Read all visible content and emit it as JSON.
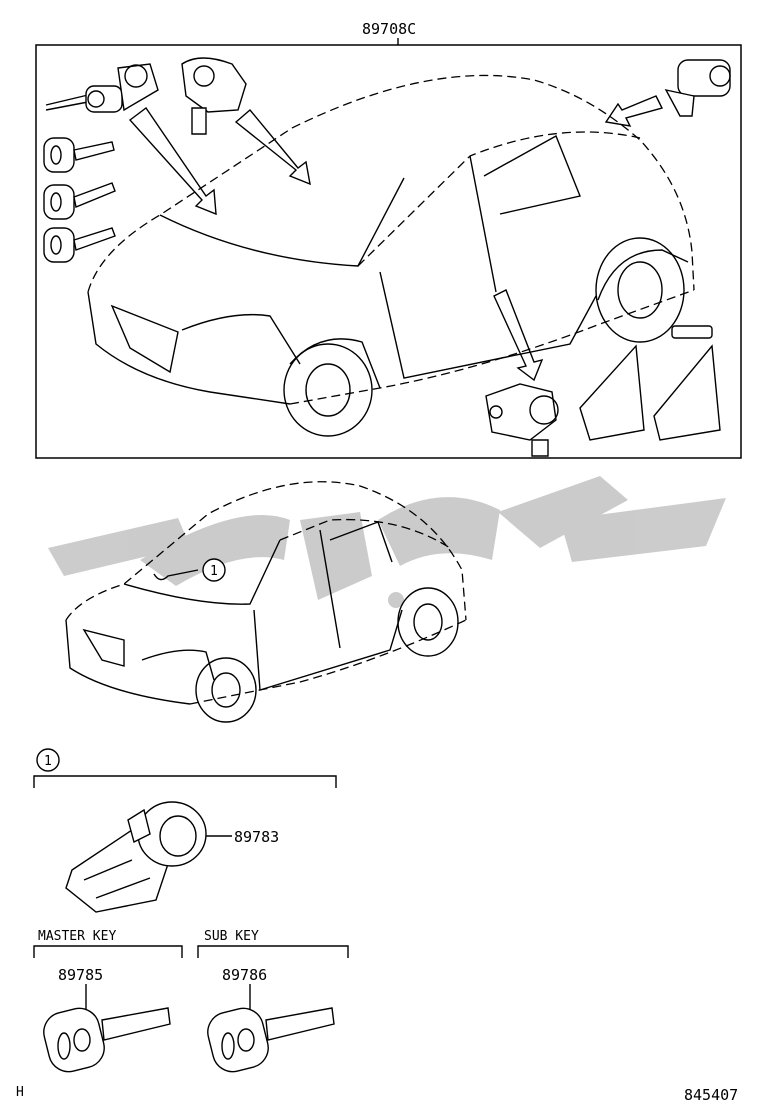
{
  "assembly": {
    "part_number": "89708C"
  },
  "callout": {
    "number": "1"
  },
  "lock_cylinder": {
    "part_number": "89783"
  },
  "master_key": {
    "heading": "MASTER KEY",
    "part_number": "89785"
  },
  "sub_key": {
    "heading": "SUB KEY",
    "part_number": "89786"
  },
  "footer": {
    "left_mark": "H",
    "illustration_number": "845407"
  }
}
